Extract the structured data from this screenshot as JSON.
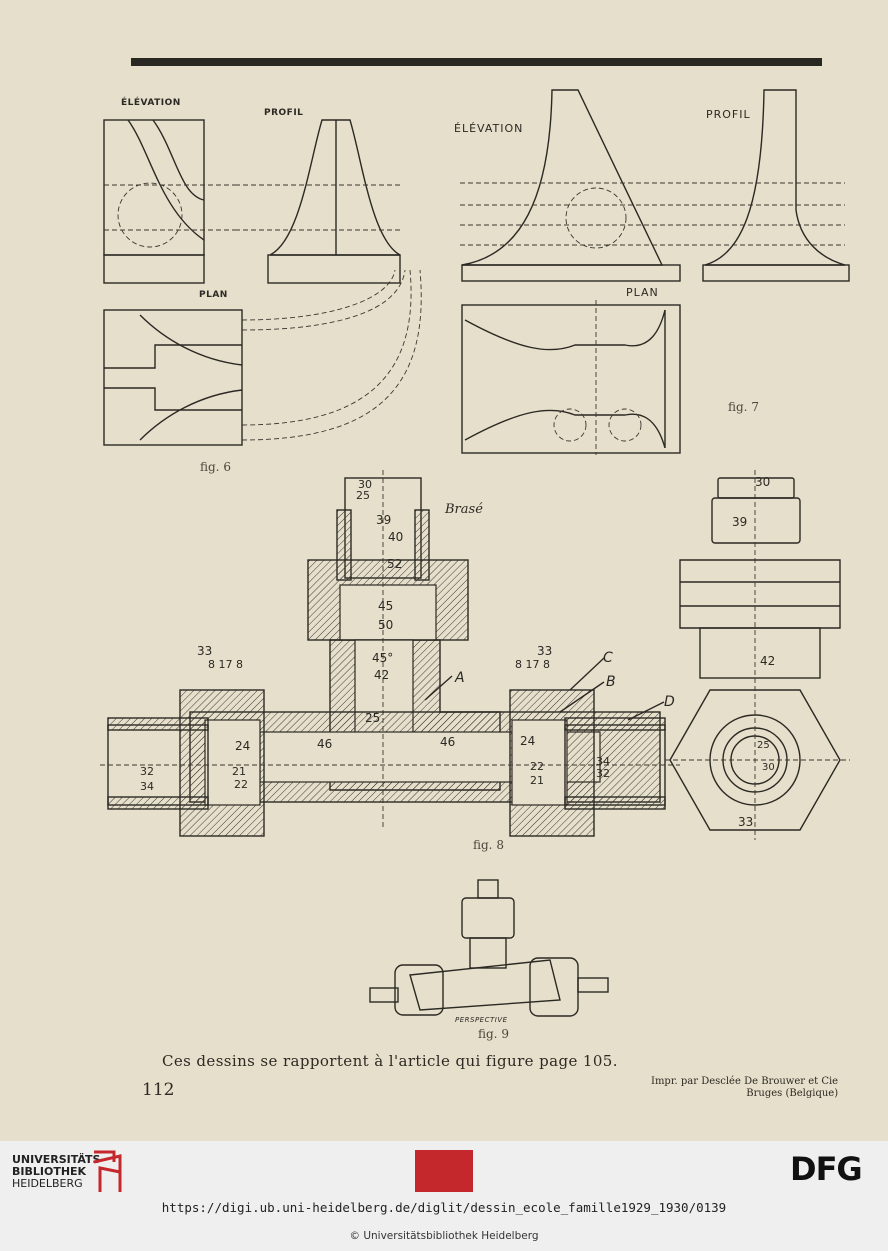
{
  "page": {
    "labels": {
      "elevation_fig6": "ÉLÉVATION",
      "profil_fig6": "PROFIL",
      "plan_fig6": "PLAN",
      "elevation_fig7": "ÉLÉVATION",
      "profil_fig7": "PROFIL",
      "plan_fig7": "PLAN",
      "brase": "Brasé",
      "perspective": "PERSPECTIVE"
    },
    "figures": {
      "fig6": "fig. 6",
      "fig7": "fig. 7",
      "fig8": "fig. 8",
      "fig9": "fig. 9"
    },
    "caption": "Ces dessins se rapportent à l'article qui figure page 105.",
    "page_number": "112",
    "imprint_line1": "Impr. par Desclée De Brouwer et Cie",
    "imprint_line2": "Bruges (Belgique)"
  },
  "footer": {
    "library_line1": "UNIVERSITÄTS-",
    "library_line2": "BIBLIOTHEK",
    "library_line3": "HEIDELBERG",
    "dfg": "DFG",
    "url": "https://digi.ub.uni-heidelberg.de/diglit/dessin_ecole_famille1929_1930/0139",
    "copyright": "© Universitätsbibliothek Heidelberg"
  }
}
